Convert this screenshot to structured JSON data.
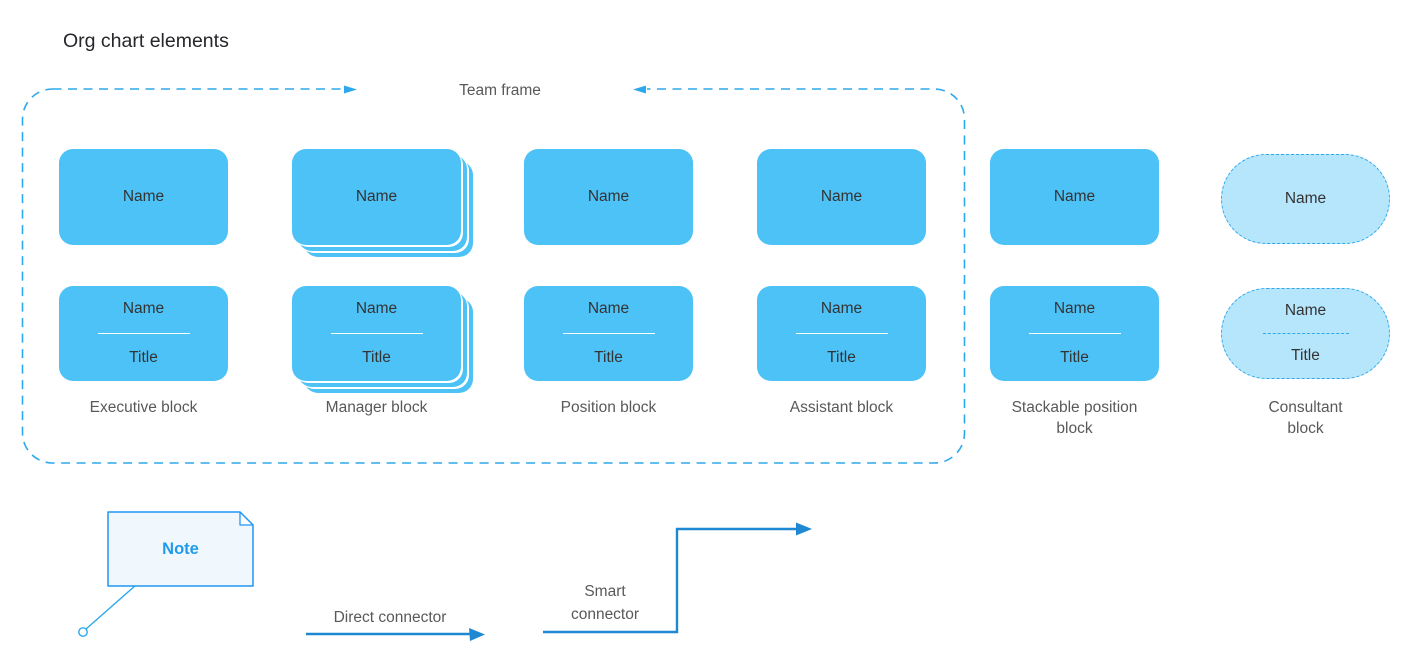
{
  "title": "Org chart elements",
  "team_frame": {
    "label": "Team frame"
  },
  "blocks": [
    {
      "label": "Executive block",
      "name_text": "Name",
      "title_text": "Title",
      "variant": "solid"
    },
    {
      "label": "Manager block",
      "name_text": "Name",
      "title_text": "Title",
      "variant": "stacked"
    },
    {
      "label": "Position block",
      "name_text": "Name",
      "title_text": "Title",
      "variant": "solid"
    },
    {
      "label": "Assistant block",
      "name_text": "Name",
      "title_text": "Title",
      "variant": "solid"
    },
    {
      "label": "Stackable position\nblock",
      "name_text": "Name",
      "title_text": "Title",
      "variant": "solid"
    },
    {
      "label": "Consultant\nblock",
      "name_text": "Name",
      "title_text": "Title",
      "variant": "consultant-dashed-pill"
    }
  ],
  "note": {
    "label": "Note"
  },
  "connectors": {
    "direct": {
      "label": "Direct connector"
    },
    "smart": {
      "label": "Smart\nconnector"
    }
  },
  "icons": {
    "frame_arrow_left_of_label": "arrow-right",
    "frame_arrow_right_of_label": "arrow-left",
    "connector_end": "arrowhead-right"
  },
  "colors": {
    "block_fill": "#4DC2F6",
    "consultant_fill": "#B6E6FB",
    "dashed_stroke": "#2EA8EC",
    "connector_stroke": "#1E88D2",
    "note_border": "#2196F3",
    "note_fill": "#F0F8FE",
    "note_text": "#1E9BE9",
    "label_text": "#595959",
    "card_text": "#333333",
    "title_text": "#26262B"
  }
}
